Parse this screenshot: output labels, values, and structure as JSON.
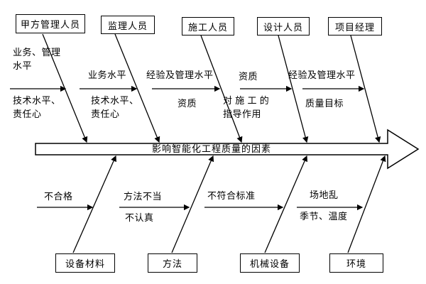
{
  "diagram": {
    "spine_label": "影响智能化工程质量的因素",
    "top": [
      {
        "box": "甲方管理人员",
        "above": "业务、管理\n水平",
        "below": "技术水平、\n责任心"
      },
      {
        "box": "监理人员",
        "above": "业务水平",
        "below": "技术水平、\n责任心"
      },
      {
        "box": "施工人员",
        "above": "经验及管理水平",
        "below": "资质"
      },
      {
        "box": "设计人员",
        "above": "资质",
        "below": "对 施 工 的\n指导作用"
      },
      {
        "box": "项目经理",
        "above": "经验及管理水平",
        "below": "质量目标"
      }
    ],
    "bottom": [
      {
        "box": "设备材料",
        "above": "不合格"
      },
      {
        "box": "方法",
        "above": "方法不当",
        "below": "不认真"
      },
      {
        "box": "机械设备",
        "above": "不符合标准"
      },
      {
        "box": "环境",
        "above": "场地乱",
        "below": "季节、温度"
      }
    ]
  }
}
